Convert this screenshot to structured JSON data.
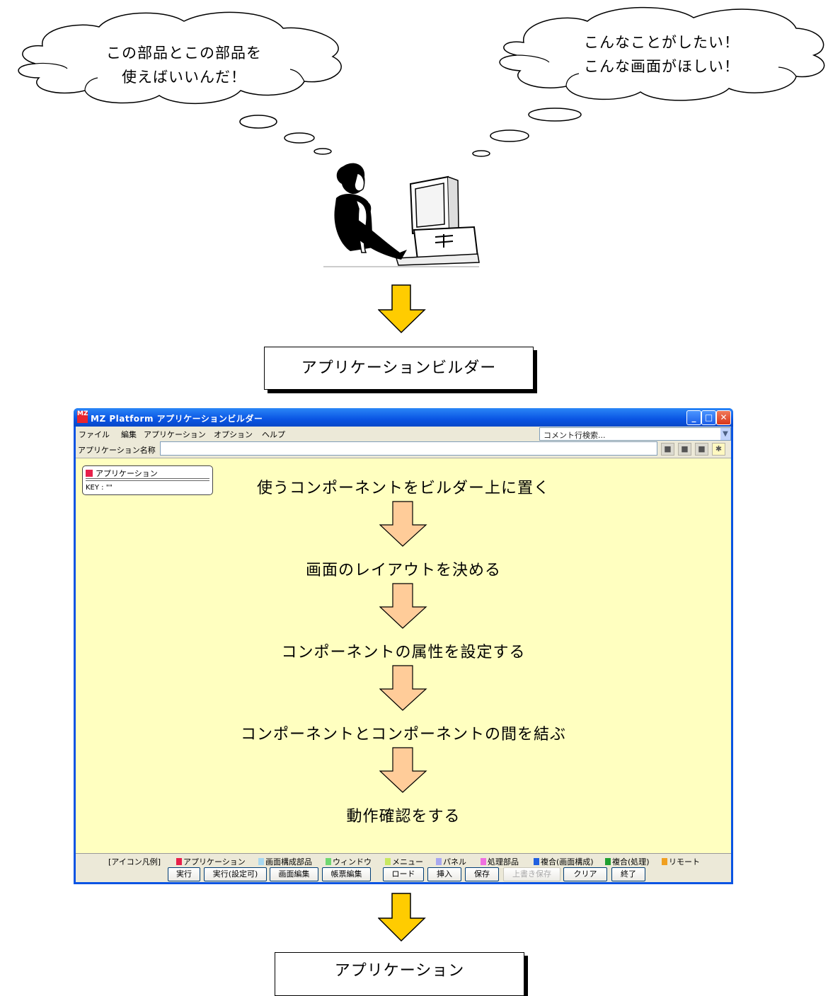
{
  "clouds": {
    "left": {
      "line1": "この部品とこの部品を",
      "line2": "使えばいいんだ！"
    },
    "right": {
      "line1": "こんなことがしたい！",
      "line2": "こんな画面がほしい！"
    }
  },
  "top_label": "アプリケーションビルダー",
  "bottom_label": "アプリケーション",
  "colors": {
    "yellow_arrow": "#ffcc00",
    "tan_arrow": "#ffcc99",
    "canvas": "#ffffc0",
    "titlebar": "#0a54e3"
  },
  "window": {
    "logo": "MZ",
    "title": "MZ Platform アプリケーションビルダー",
    "controls": {
      "minimize": "_",
      "maximize": "□",
      "close": "✕"
    },
    "menu": [
      "ファイル",
      "編集",
      "アプリケーション",
      "オプション",
      "ヘルプ"
    ],
    "comment_search": "コメント行検索...",
    "app_name_label": "アプリケーション名称",
    "app_node": {
      "title": "アプリケーション",
      "key": "KEY : \"\""
    },
    "steps": [
      "使うコンポーネントをビルダー上に置く",
      "画面のレイアウトを決める",
      "コンポーネントの属性を設定する",
      "コンポーネントとコンポーネントの間を結ぶ",
      "動作確認をする"
    ],
    "legend": {
      "prefix": "[アイコン凡例]",
      "items": [
        {
          "label": "アプリケーション",
          "color": "#e8204a"
        },
        {
          "label": "画面構成部品",
          "color": "#a8d8f0"
        },
        {
          "label": "ウィンドウ",
          "color": "#70d870"
        },
        {
          "label": "メニュー",
          "color": "#c8e860"
        },
        {
          "label": "パネル",
          "color": "#a8a8f0"
        },
        {
          "label": "処理部品",
          "color": "#f070e0"
        },
        {
          "label": "複合(画面構成)",
          "color": "#2060e0"
        },
        {
          "label": "複合(処理)",
          "color": "#20a030"
        },
        {
          "label": "リモート",
          "color": "#f0a020"
        }
      ]
    },
    "buttons": [
      "実行",
      "実行(設定可)",
      "画面編集",
      "帳票編集",
      "ロード",
      "挿入",
      "保存",
      "上書き保存",
      "クリア",
      "終了"
    ]
  }
}
